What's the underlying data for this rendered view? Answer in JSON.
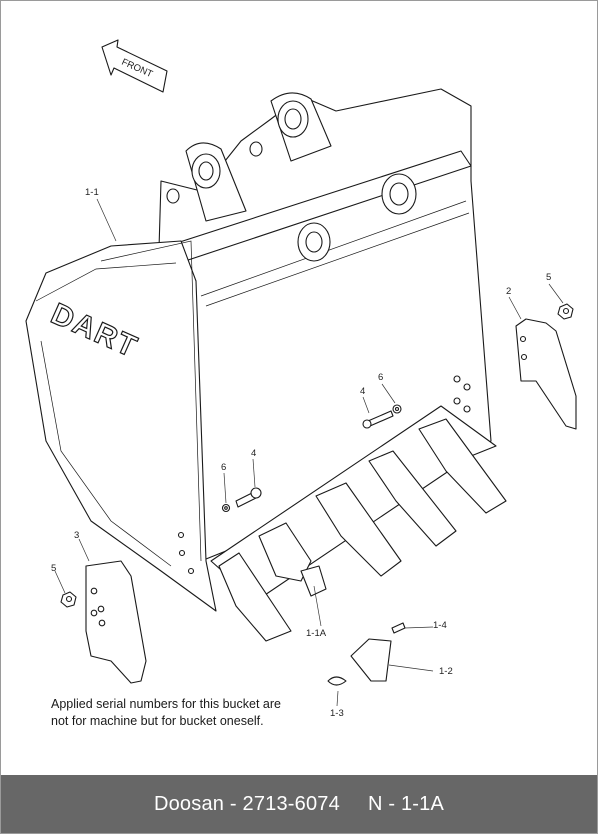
{
  "diagram": {
    "front_label": "FRONT",
    "brand_logo": "DART",
    "callouts": {
      "main_bucket": "1-1",
      "tooth_assembly": "1-1A",
      "lock_pin": "1-3",
      "tooth_tip": "1-2",
      "pin": "1-4",
      "side_cutter_right": "2",
      "side_cutter_left": "3",
      "bolt_center": "4",
      "bolt_lower": "4",
      "nut_right": "5",
      "nut_left": "5",
      "washer_center": "6",
      "washer_lower": "6"
    }
  },
  "note": {
    "line1": "Applied serial numbers for this bucket are",
    "line2": "not for machine but for bucket oneself."
  },
  "footer": {
    "brand": "Doosan",
    "separator": "-",
    "part_number": "2713-6074",
    "ref_code": "N - 1-1A"
  }
}
